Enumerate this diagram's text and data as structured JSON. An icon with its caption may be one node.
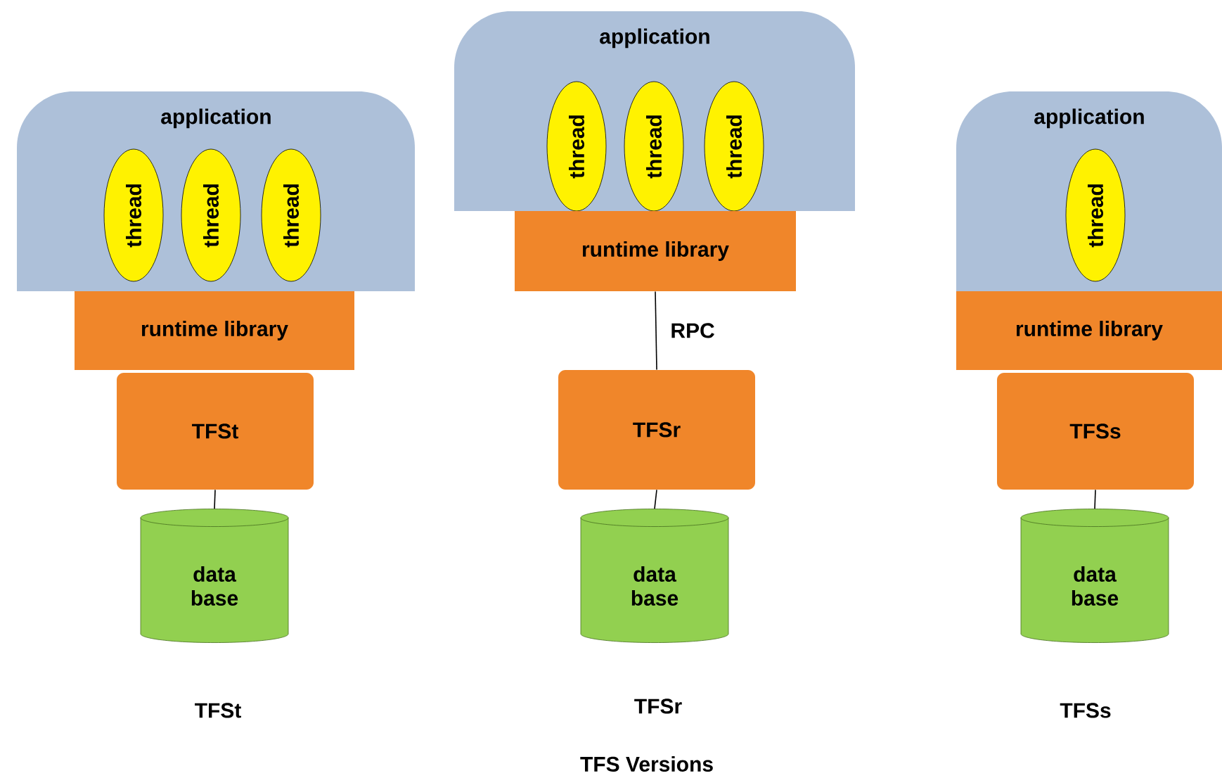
{
  "diagram": {
    "caption": "TFS Versions",
    "nodes": [
      {
        "text": [
          "application"
        ]
      },
      {
        "text": [
          "thread"
        ],
        "in": 0
      },
      {
        "text": [
          "thread"
        ],
        "in": 0
      },
      {
        "text": [
          "thread"
        ],
        "in": 0
      },
      {
        "text": [
          "runtime library"
        ]
      },
      {
        "text": [
          "TFSt"
        ]
      },
      {
        "text": [
          "data base"
        ]
      },
      {
        "text": [
          "application"
        ]
      },
      {
        "text": [
          "thread"
        ],
        "in": 7
      },
      {
        "text": [
          "thread"
        ],
        "in": 7
      },
      {
        "text": [
          "thread"
        ],
        "in": 7
      },
      {
        "text": [
          "runtime library"
        ]
      },
      {
        "text": [
          "TFSr"
        ]
      },
      {
        "text": [
          "data base"
        ]
      },
      {
        "text": [
          "application"
        ]
      },
      {
        "text": [
          "thread"
        ],
        "in": 14
      },
      {
        "text": [
          "runtime library"
        ]
      },
      {
        "text": [
          "TFSs"
        ]
      },
      {
        "text": [
          "data base"
        ]
      }
    ],
    "edges": [
      {
        "from": 5,
        "to": 6,
        "arrow": "none"
      },
      {
        "from": 11,
        "to": 12,
        "arrow": "none",
        "label": "RPC"
      },
      {
        "from": 12,
        "to": 13,
        "arrow": "none"
      },
      {
        "from": 17,
        "to": 18,
        "arrow": "none"
      }
    ],
    "labels": [
      "TFSt",
      "TFSr",
      "TFSs"
    ]
  }
}
